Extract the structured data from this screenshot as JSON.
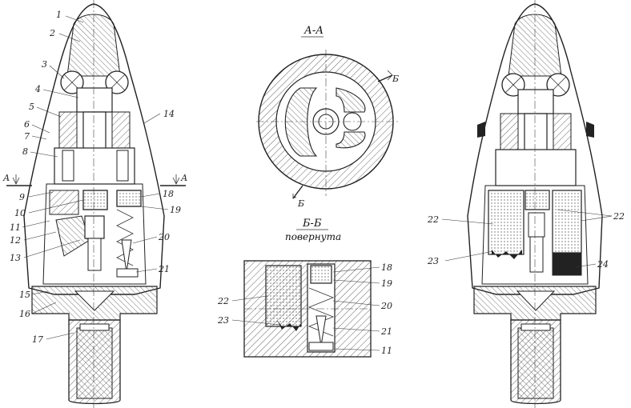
{
  "section_a_title": "А-А",
  "section_b_title": "Б-Б",
  "section_b_subtitle": "повернута",
  "cut_mark_b": "Б",
  "cut_mark_a": "А",
  "callouts": {
    "c1": "1",
    "c2": "2",
    "c3": "3",
    "c4": "4",
    "c5": "5",
    "c6": "6",
    "c7": "7",
    "c8": "8",
    "c9": "9",
    "c10": "10",
    "c11": "11",
    "c12": "12",
    "c13": "13",
    "c14": "14",
    "c15": "15",
    "c16": "16",
    "c17": "17",
    "c18": "18",
    "c19": "19",
    "c20": "20",
    "c21": "21",
    "m18": "18",
    "m19": "19",
    "m20": "20",
    "m21": "21",
    "m22": "22",
    "m23": "23",
    "m11": "11",
    "r22a": "22",
    "r22b": "22",
    "r23": "23",
    "r24": "24"
  }
}
